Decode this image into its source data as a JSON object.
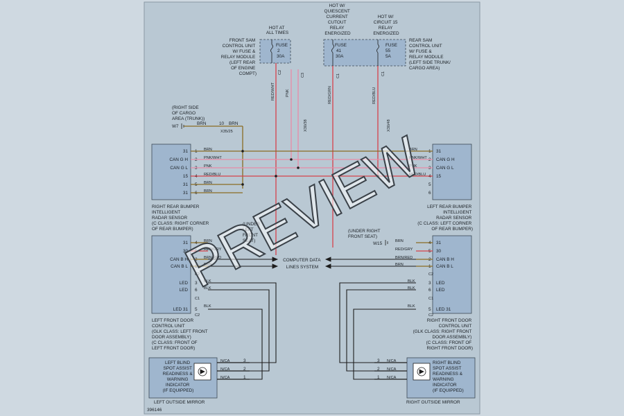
{
  "diagram_id": "396146",
  "watermark": "PREVIEW",
  "colors": {
    "page": "#cfd9e1",
    "paper": "#b9c8d3",
    "red": "#d6424a",
    "pink": "#e88aa6",
    "brown": "#8a6b22",
    "blue": "#4c6fd0",
    "black": "#1d1d1d"
  },
  "top": {
    "hot_at_all_times": [
      "HOT AT",
      "ALL TIMES"
    ],
    "hot_quiescent": [
      "HOT W/",
      "QUIESCENT",
      "CURRENT",
      "CUTOUT",
      "RELAY",
      "ENERGIZED"
    ],
    "hot_circuit15": [
      "HOT W/",
      "CIRCUIT 15",
      "RELAY",
      "ENERGIZED"
    ]
  },
  "front_sam": {
    "label": [
      "FRONT SAM",
      "CONTROL UNIT",
      "W/ FUSE &",
      "RELAY MODULE",
      "(LEFT REAR",
      "OF ENGINE",
      "COMPT)"
    ],
    "fuse": [
      "FUSE",
      "2",
      "30A"
    ],
    "connectors": [
      "C2",
      "C3"
    ]
  },
  "rear_sam": {
    "label": [
      "REAR SAM",
      "CONTROL UNIT",
      "W/ FUSE &",
      "RELAY MODULE",
      "(LEFT SIDE TRUNK/",
      "CARGO AREA)"
    ],
    "fuse41": [
      "FUSE",
      "41",
      "30A"
    ],
    "fuse55": [
      "FUSE",
      "55",
      "5A"
    ],
    "connectors": [
      "C1",
      "C1"
    ]
  },
  "vertical_wire_labels": {
    "red_wht_1": "RED/WHT",
    "pnk": "PNK",
    "red_grn": "RED/GRN",
    "red_blu": "RED/BLU",
    "connector_x": "X30/38",
    "connector_x2": "X30/48"
  },
  "ground_w7": {
    "label": [
      "(RIGHT SIDE",
      "OF CARGO",
      "AREA (TRUNK))"
    ],
    "name": "W7",
    "wire": "BRN",
    "pin": "10",
    "wire2": "BRN",
    "connector": "X35/25"
  },
  "right_rear_sensor": {
    "pins": [
      {
        "name": "31",
        "num": "1",
        "wire": "BRN"
      },
      {
        "name": "CAN G H",
        "num": "2",
        "wire": "PNK/WHT"
      },
      {
        "name": "CAN G L",
        "num": "3",
        "wire": "PNK"
      },
      {
        "name": "15",
        "num": "4",
        "wire": "RED/BLU"
      },
      {
        "name": "31",
        "num": "5",
        "wire": "BRN"
      },
      {
        "name": "31",
        "num": "6",
        "wire": "BRN"
      }
    ],
    "label": [
      "RIGHT REAR BUMPER",
      "INTELLIGENT",
      "RADAR SENSOR",
      "(C CLASS: RIGHT CORNER",
      "OF REAR BUMPER)"
    ]
  },
  "left_rear_sensor": {
    "pins": [
      {
        "name": "31",
        "num": "1",
        "wire": "BRN"
      },
      {
        "name": "CAN G H",
        "num": "2",
        "wire": "PNK/WHT"
      },
      {
        "name": "CAN G L",
        "num": "3",
        "wire": "PNK"
      },
      {
        "name": "15",
        "num": "4",
        "wire": "RED/BLU"
      },
      {
        "name": "",
        "num": "5",
        "wire": ""
      },
      {
        "name": "",
        "num": "6",
        "wire": ""
      }
    ],
    "label": [
      "LEFT REAR BUMPER",
      "INTELLIGENT",
      "RADAR SENSOR",
      "(C CLASS: LEFT CORNER",
      "OF REAR BUMPER)"
    ]
  },
  "ground_w15": {
    "label": [
      "(UNDER RIGHT",
      "FRONT SEAT)"
    ],
    "name": "W15"
  },
  "ground_left": {
    "label": [
      "(UNDER",
      "LEFT",
      "FRONT",
      "SEAT)"
    ]
  },
  "left_door": {
    "pins": [
      {
        "name": "31",
        "num": "4",
        "wire": "BRN"
      },
      {
        "name": "30",
        "num": "5",
        "wire": "RED/GRY"
      },
      {
        "name": "CAN B H",
        "num": "2",
        "wire": "BRN/RED"
      },
      {
        "name": "CAN B L",
        "num": "1",
        "wire": "BRN"
      }
    ],
    "c2": "C2",
    "led_pins": [
      {
        "name": "LED",
        "num": "3",
        "wire": "BLK"
      },
      {
        "name": "LED",
        "num": "6",
        "wire": "BLK"
      }
    ],
    "c1": "C1",
    "led31": {
      "name": "LED 31",
      "num": "5",
      "wire": "BLK"
    },
    "c2b": "C2",
    "label": [
      "LEFT FRONT DOOR",
      "CONTROL UNIT",
      "(GLK CLASS: LEFT FRONT",
      "DOOR ASSEMBLY)",
      "(C CLASS: FRONT OF",
      "LEFT FRONT DOOR)"
    ]
  },
  "right_door": {
    "pins": [
      {
        "name": "31",
        "num": "4",
        "wire": "BRN"
      },
      {
        "name": "30",
        "num": "5",
        "wire": "RED/GRY"
      },
      {
        "name": "CAN B H",
        "num": "2",
        "wire": "BRN/RED"
      },
      {
        "name": "CAN B L",
        "num": "1",
        "wire": "BRN"
      }
    ],
    "c2": "C2",
    "led_pins": [
      {
        "name": "LED",
        "num": "3",
        "wire": "BLK"
      },
      {
        "name": "LED",
        "num": "6",
        "wire": "BLK"
      }
    ],
    "c1": "C1",
    "led31": {
      "name": "LED 31",
      "num": "5",
      "wire": "BLK"
    },
    "c2b": "C2",
    "label": [
      "RIGHT FRONT DOOR",
      "CONTROL UNIT",
      "(GLK CLASS: RIGHT FRONT",
      "DOOR ASSEMBLY)",
      "(C CLASS: FRONT OF",
      "RIGHT FRONT DOOR)"
    ]
  },
  "data_lines": [
    "COMPUTER DATA",
    "LINES SYSTEM"
  ],
  "left_mirror": {
    "label": [
      "LEFT BLIND",
      "SPOT ASSIST",
      "READINESS &",
      "WARNING",
      "INDICATOR",
      "(IF EQUIPPED)"
    ],
    "pins": [
      {
        "num": "3",
        "wire": "N/CA"
      },
      {
        "num": "2",
        "wire": "N/CA"
      },
      {
        "num": "1",
        "wire": "N/CA"
      }
    ],
    "caption": "LEFT OUTSIDE MIRROR"
  },
  "right_mirror": {
    "label": [
      "RIGHT BLIND",
      "SPOT ASSIST",
      "READINESS &",
      "WARNING",
      "INDICATOR",
      "(IF EQUIPPED)"
    ],
    "pins": [
      {
        "num": "3",
        "wire": "N/CA"
      },
      {
        "num": "2",
        "wire": "N/CA"
      },
      {
        "num": "1",
        "wire": "N/CA"
      }
    ],
    "caption": "RIGHT OUTSIDE MIRROR"
  }
}
